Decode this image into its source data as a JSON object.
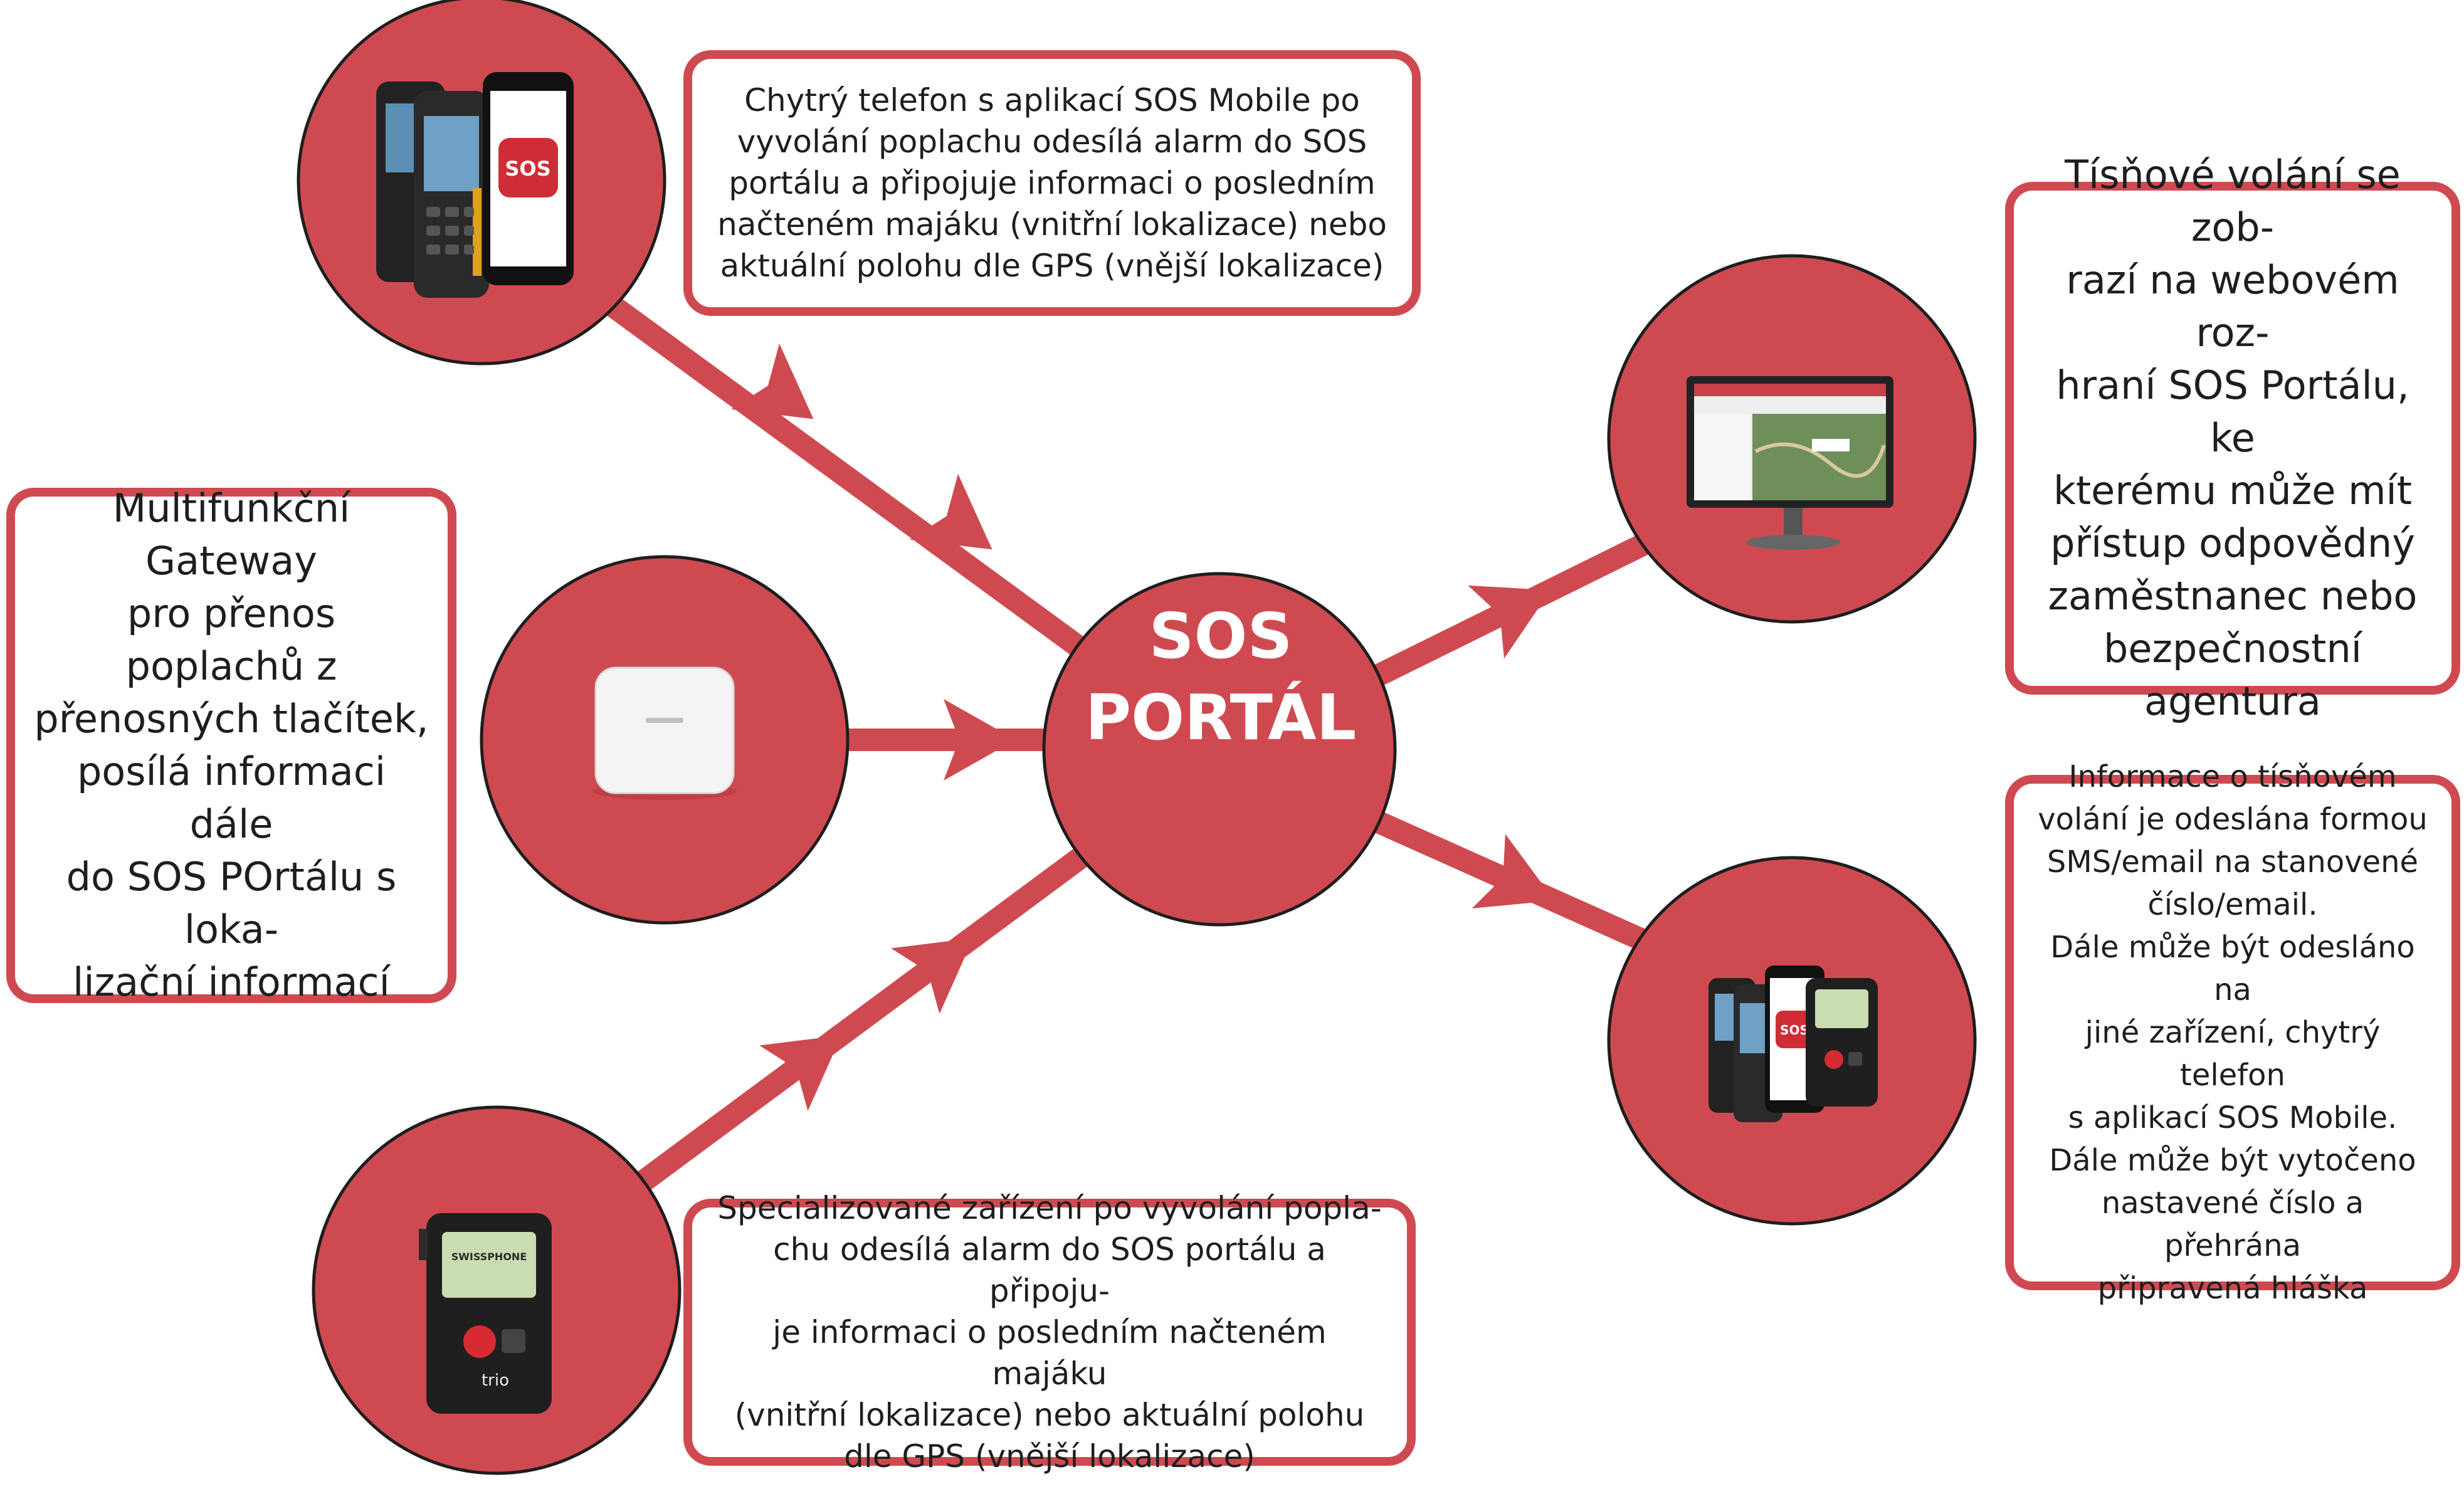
{
  "colors": {
    "accent": "#cf4a50",
    "text": "#1e1e1e",
    "hub_text": "#ffffff"
  },
  "hub": {
    "line1": "SOS",
    "line2": "PORTÁL"
  },
  "boxes": {
    "mobile": "Chytrý telefon s aplikací SOS Mobile po\nvyvolání poplachu odesílá alarm do SOS\nportálu a připojuje informaci o posledním\nnačteném majáku (vnitřní lokalizace) nebo\naktuální polohu dle GPS (vnější lokalizace)",
    "gateway": "Multifunkční Gateway\npro přenos poplachů z\npřenosných tlačítek,\nposílá informaci dále\ndo SOS POrtálu s loka-\nlizační informací",
    "device": "Specializované zařízení po vyvolání popla-\nchu odesílá alarm do SOS portálu a připoju-\nje informaci o posledním načteném majáku\n(vnitřní lokalizace) nebo aktuální polohu\ndle GPS (vnější lokalizace)",
    "portal": "Tísňové volání se zob-\nrazí na webovém roz-\nhraní SOS Portálu, ke\nkterému může mít\npřístup odpovědný\nzaměstnanec nebo\nbezpečnostní\nagentura",
    "notify": "Informace o tísňovém\nvolání je odeslána formou\nSMS/email na stanovené\nčíslo/email.\nDále může být odesláno na\njiné zařízení, chytrý telefon\ns aplikací SOS Mobile.\nDále může být vytočeno\nnastavené číslo a přehrána\npřipravená hláška"
  },
  "icons": {
    "mobile": "smartphones-sos-app-icon",
    "gateway": "gateway-device-icon",
    "device": "swissphone-trio-pager-icon",
    "portal": "monitor-map-icon",
    "notify": "phones-pager-icon"
  },
  "labels": {
    "sos_app": "SOS",
    "pager_brand": "SWISSPHONE",
    "pager_model": "trio"
  }
}
